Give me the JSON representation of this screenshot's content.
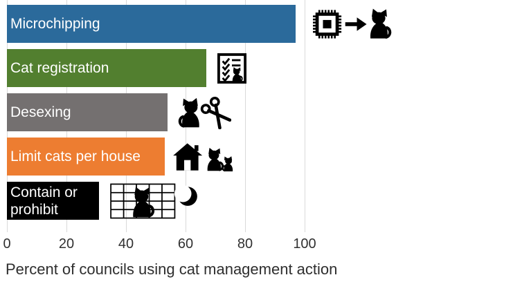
{
  "chart_data": {
    "type": "bar",
    "orientation": "horizontal",
    "title": "",
    "xlabel": "Percent of councils using cat management action",
    "categories": [
      "Microchipping",
      "Cat registration",
      "Desexing",
      "Limit cats per house",
      "Contain or prohibit"
    ],
    "values": [
      97,
      67,
      54,
      53,
      31
    ],
    "bar_colors": [
      "#2b6a9b",
      "#527f2f",
      "#747070",
      "#ed7d31",
      "#000000"
    ],
    "bar_icons": [
      "microchip-to-cat-icon",
      "registration-checklist-icon",
      "cat-and-scissors-icon",
      "house-and-cats-icon",
      "caged-cat-and-moon-icon"
    ],
    "bar_label_color": "#ffffff",
    "xticks": [
      "0",
      "20",
      "40",
      "60",
      "80",
      "100"
    ],
    "xtick_values": [
      0,
      20,
      40,
      60,
      80,
      100
    ],
    "xlim": [
      0,
      103
    ],
    "grid": "vertical-major",
    "gridline_color": "#d9d9d9",
    "axis_text_color": "#303030",
    "legend": "none"
  }
}
